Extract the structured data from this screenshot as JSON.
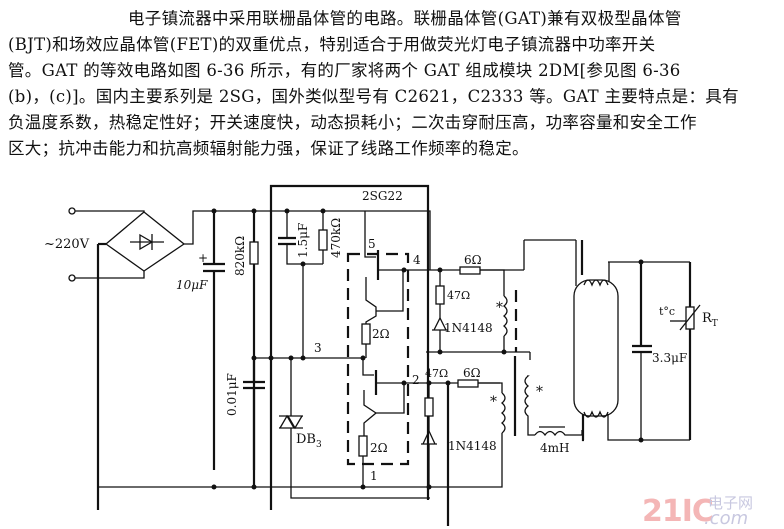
{
  "paragraph": {
    "lines": [
      "电子镇流器中采用联栅晶体管的电路。联栅晶体管(GAT)兼有双极型晶体管",
      "(BJT)和场效应晶体管(FET)的双重优点，特别适合于用做荧光灯电子镇流器中功率开关",
      "管。GAT 的等效电路如图 6-36 所示，有的厂家将两个 GAT 组成模块 2DM[参见图 6-36",
      "(b)，(c)]。国内主要系列是 2SG，国外类似型号有 C2621，C2333 等。GAT 主要特点是：具有",
      "负温度系数，热稳定性好；开关速度快，动态损耗小；二次击穿耐压高，功率容量和安全工作",
      "区大；抗冲击能力和抗高频辐射能力强，保证了线路工作频率的稳定。"
    ]
  },
  "circuit": {
    "labels": {
      "ac_input": "~220V",
      "module": "2SG22",
      "c_filter": "10μF",
      "r_bias": "820kΩ",
      "c_15": "1.5μF",
      "r_470k": "470kΩ",
      "c_001": "0.01μF",
      "diac": "DB",
      "diac_sub": "3",
      "r_base_top": "2Ω",
      "r_base_bot": "2Ω",
      "pin1": "1",
      "pin2": "2",
      "pin3": "3",
      "pin4": "4",
      "pin5": "5",
      "r47_top": "47Ω",
      "r6_top": "6Ω",
      "d_top": "1N4148",
      "r47_bot": "47Ω",
      "r6_bot": "6Ω",
      "d_bot": "1N4148",
      "inductor": "4mH",
      "c_33": "3.3μF",
      "thermistor_temp": "t°c",
      "thermistor": "R",
      "thermistor_sub": "T",
      "star1": "*",
      "star2": "*",
      "star3": "*"
    }
  },
  "watermark": {
    "logo": "21IC",
    "cn": "电子网",
    "domain": ".com"
  }
}
